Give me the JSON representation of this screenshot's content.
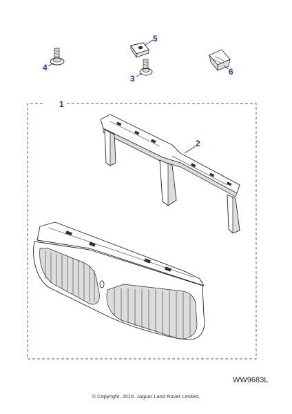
{
  "callouts": {
    "c1": "1",
    "c2": "2",
    "c3": "3",
    "c4": "4",
    "c5": "5",
    "c6": "6"
  },
  "diagram_ref": "WW9683L",
  "copyright": "© Copyright, 2016. Jaguar Land Rover Limited.",
  "colors": {
    "callout": "#1a3a9c",
    "line": "#222222",
    "shade": "#dcdcdc"
  }
}
